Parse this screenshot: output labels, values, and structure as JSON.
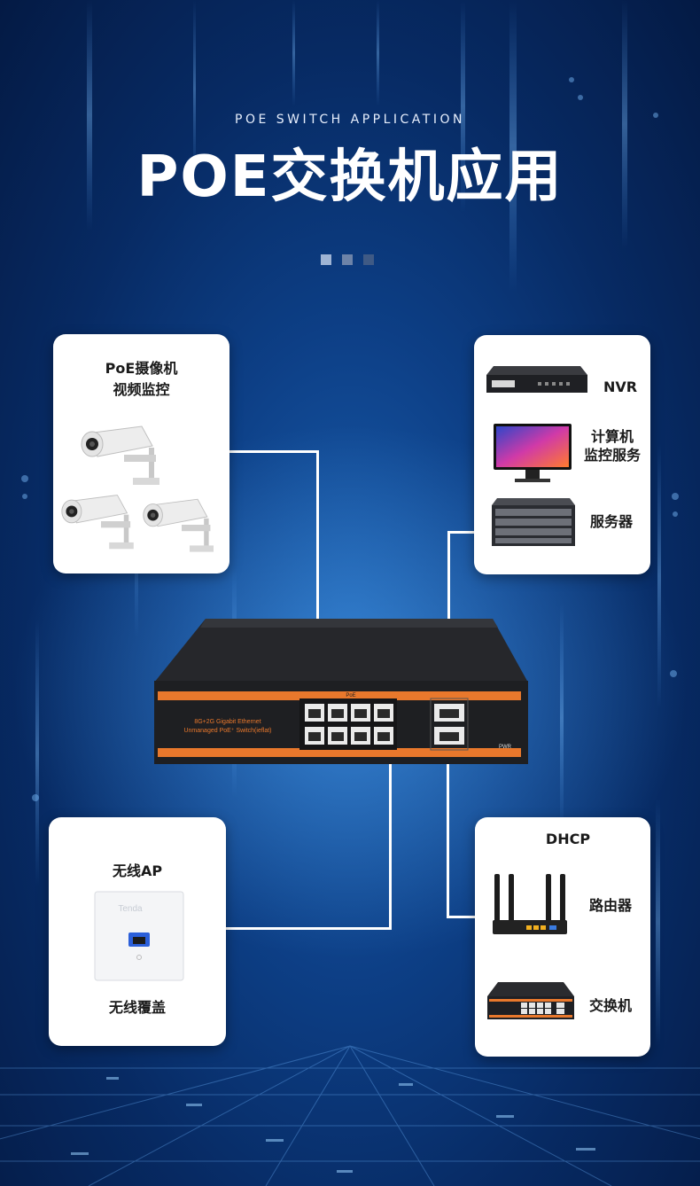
{
  "header": {
    "subtitle": "POE SWITCH APPLICATION",
    "title": "POE交换机应用"
  },
  "colors": {
    "background": "#0d3f86",
    "accent_orange": "#e9782c",
    "card": "#ffffff",
    "text": "#1a1a1a"
  },
  "cards": {
    "camera": {
      "title_line1": "PoE摄像机",
      "title_line2": "视频监控"
    },
    "recording": {
      "nvr": "NVR",
      "computer_line1": "计算机",
      "computer_line2": "监控服务",
      "server": "服务器"
    },
    "wireless": {
      "title": "无线AP",
      "caption": "无线覆盖",
      "device_brand": "Tenda"
    },
    "network": {
      "title": "DHCP",
      "router": "路由器",
      "switch": "交换机"
    }
  },
  "switch": {
    "label_line1": "8G+2G Gigabit Ethernet",
    "label_line2": "Unmanaged PoE⁺ Switch(ieflat)",
    "poe_tag": "PoE",
    "pwr_tag": "PWR"
  }
}
